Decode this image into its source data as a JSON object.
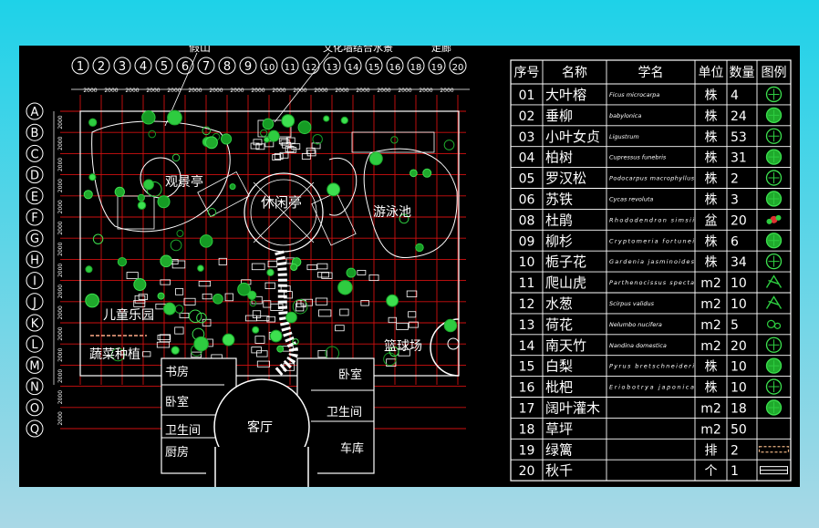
{
  "plan": {
    "top_labels": [
      "假山",
      "文化墙结合水景",
      "走廊"
    ],
    "column_axes": [
      "1",
      "2",
      "3",
      "4",
      "5",
      "6",
      "7",
      "8",
      "9",
      "10",
      "11",
      "12",
      "13",
      "14",
      "15",
      "16",
      "18",
      "19",
      "20"
    ],
    "row_axes": [
      "A",
      "B",
      "C",
      "D",
      "E",
      "F",
      "G",
      "H",
      "I",
      "J",
      "K",
      "L",
      "M",
      "N",
      "O",
      "Q"
    ],
    "dimension": "2000",
    "areas": {
      "viewing_pavilion": "观景亭",
      "rest_pavilion": "休闲亭",
      "pool": "游泳池",
      "playground": "儿童乐园",
      "vegetable_plot": "蔬菜种植",
      "basketball": "篮球场"
    },
    "rooms": {
      "study": "书房",
      "bedroom_left": "卧室",
      "bath_left": "卫生间",
      "kitchen": "厨房",
      "living": "客厅",
      "bedroom_right": "卧室",
      "bath_right": "卫生间",
      "garage": "车库"
    }
  },
  "legend": {
    "headers": [
      "序号",
      "名称",
      "学名",
      "单位",
      "数量",
      "图例"
    ],
    "rows": [
      {
        "no": "01",
        "name": "大叶榕",
        "latin": "Ficus microcarpa",
        "unit": "株",
        "qty": "4",
        "icon": "tree-round-icon"
      },
      {
        "no": "02",
        "name": "垂柳",
        "latin": "babylonica",
        "unit": "株",
        "qty": "24",
        "icon": "willow-icon"
      },
      {
        "no": "03",
        "name": "小叶女贞",
        "latin": "Ligustrum",
        "unit": "株",
        "qty": "53",
        "icon": "shrub-icon"
      },
      {
        "no": "04",
        "name": "柏树",
        "latin": "Cupressus funebris",
        "unit": "株",
        "qty": "31",
        "icon": "cypress-icon"
      },
      {
        "no": "05",
        "name": "罗汉松",
        "latin": "Podocarpus macrophyllus",
        "unit": "株",
        "qty": "2",
        "icon": "pine-icon"
      },
      {
        "no": "06",
        "name": "苏铁",
        "latin": "Cycas revoluta",
        "unit": "株",
        "qty": "3",
        "icon": "cycad-icon"
      },
      {
        "no": "08",
        "name": "杜鹃",
        "latin": "Rhododendron simsii",
        "unit": "盆",
        "qty": "20",
        "icon": "azalea-icon"
      },
      {
        "no": "09",
        "name": "柳杉",
        "latin": "Cryptomeria fortunei",
        "unit": "株",
        "qty": "6",
        "icon": "cedar-icon"
      },
      {
        "no": "10",
        "name": "栀子花",
        "latin": "Gardenia jasminoides",
        "unit": "株",
        "qty": "34",
        "icon": "gardenia-icon"
      },
      {
        "no": "11",
        "name": "爬山虎",
        "latin": "Parthenocissus specta",
        "unit": "m2",
        "qty": "10",
        "icon": "vine-icon"
      },
      {
        "no": "12",
        "name": "水葱",
        "latin": "Scirpus validus",
        "unit": "m2",
        "qty": "10",
        "icon": "reed-icon"
      },
      {
        "no": "13",
        "name": "荷花",
        "latin": "Nelumbo nucifera",
        "unit": "m2",
        "qty": "5",
        "icon": "lotus-icon"
      },
      {
        "no": "14",
        "name": "南天竹",
        "latin": "Nandina domestica",
        "unit": "m2",
        "qty": "20",
        "icon": "nandina-icon"
      },
      {
        "no": "15",
        "name": "白梨",
        "latin": "Pyrus bretschneideri",
        "unit": "株",
        "qty": "10",
        "icon": "pear-icon"
      },
      {
        "no": "16",
        "name": "枇杷",
        "latin": "Eriobotrya japonica",
        "unit": "株",
        "qty": "10",
        "icon": "loquat-icon"
      },
      {
        "no": "17",
        "name": "阔叶灌木",
        "latin": "",
        "unit": "m2",
        "qty": "18",
        "icon": "broadleaf-shrub-icon"
      },
      {
        "no": "18",
        "name": "草坪",
        "latin": "",
        "unit": "m2",
        "qty": "50",
        "icon": "lawn-icon"
      },
      {
        "no": "19",
        "name": "绿篱",
        "latin": "",
        "unit": "排",
        "qty": "2",
        "icon": "hedge-icon"
      },
      {
        "no": "20",
        "name": "秋千",
        "latin": "",
        "unit": "个",
        "qty": "1",
        "icon": "swing-icon"
      }
    ]
  }
}
